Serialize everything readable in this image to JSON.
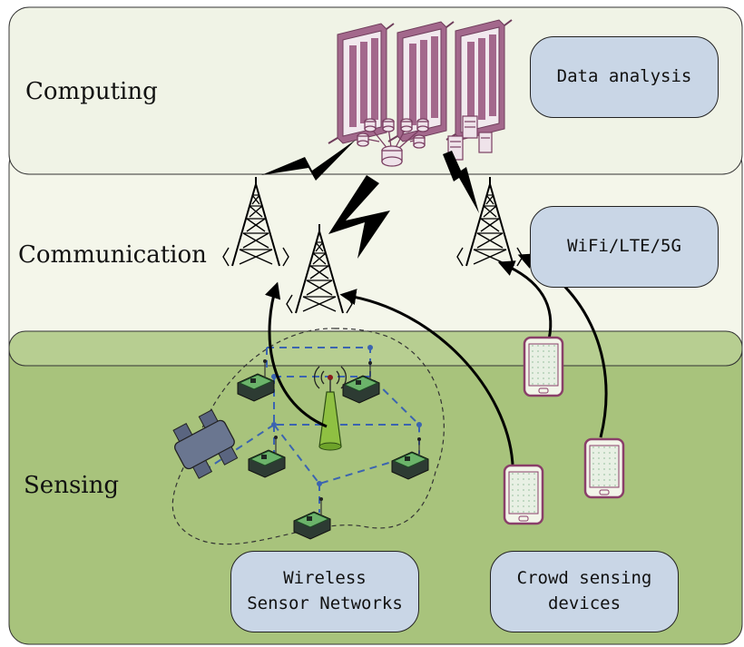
{
  "layers": {
    "computing": "Computing",
    "communication": "Communication",
    "sensing": "Sensing"
  },
  "boxes": {
    "data_analysis": "Data analysis",
    "wireless_tech": "WiFi/LTE/5G",
    "wsn_line1": "Wireless",
    "wsn_line2": "Sensor Networks",
    "crowd_line1": "Crowd sensing",
    "crowd_line2": "devices"
  },
  "colors": {
    "computing_bg": "#f0f3e6",
    "communication_bg": "#f4f6ea",
    "sensing_bg": "#a8c37c",
    "pill_bg": "#c9d6e6",
    "server": "#a3688c",
    "phone": "#8a3f69",
    "link": "#3b64b0"
  },
  "icons": [
    "server-rack-icon",
    "database-icon",
    "server-icon",
    "cell-tower-icon",
    "wireless-bolt-icon",
    "smartphone-icon",
    "sensor-node-icon",
    "base-station-icon",
    "robot-car-icon"
  ]
}
